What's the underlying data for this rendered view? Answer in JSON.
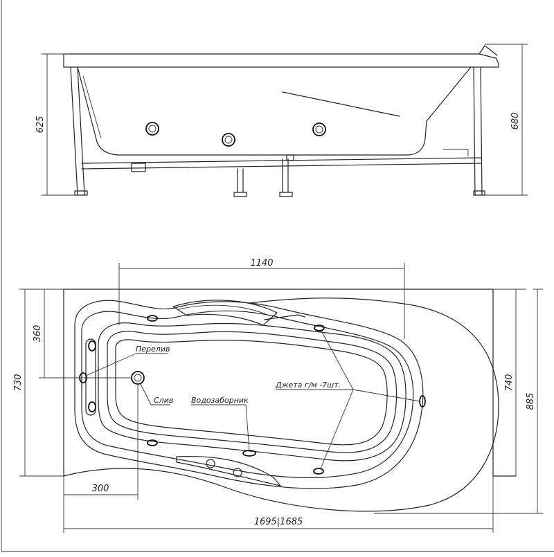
{
  "side_view": {
    "dim_height_left": "625",
    "dim_height_right": "680"
  },
  "top_view": {
    "dim_inner_length": "1140",
    "dim_drain_offset": "360",
    "dim_width_left": "730",
    "dim_width_right_inner": "740",
    "dim_width_right_outer": "885",
    "dim_drain_from_end": "300",
    "dim_total_length": "1695|1685",
    "label_overflow": "Перелив",
    "label_drain": "Слив",
    "label_intake": "Водозаборник",
    "label_jets": "Джета г/м -7шт."
  },
  "colors": {
    "line": "#222222",
    "background": "#ffffff"
  }
}
